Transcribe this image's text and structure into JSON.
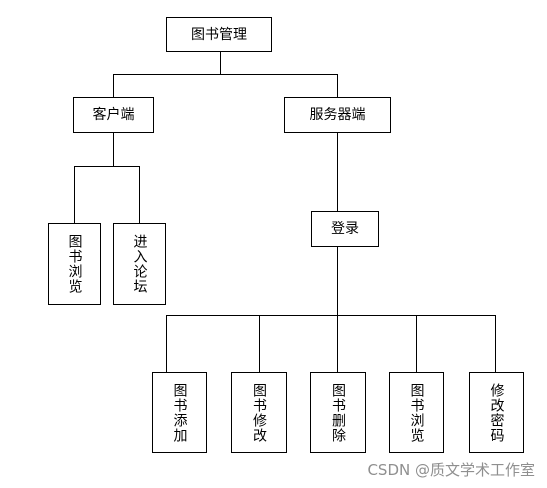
{
  "diagram": {
    "root": {
      "label": "图书管理"
    },
    "client": {
      "label": "客户端",
      "children": [
        "图书浏览",
        "进入论坛"
      ]
    },
    "server": {
      "label": "服务器端",
      "login": "登录",
      "children": [
        "图书添加",
        "图书修改",
        "图书删除",
        "图书浏览",
        "修改密码"
      ]
    }
  },
  "watermark": "CSDN @质文学术工作室"
}
